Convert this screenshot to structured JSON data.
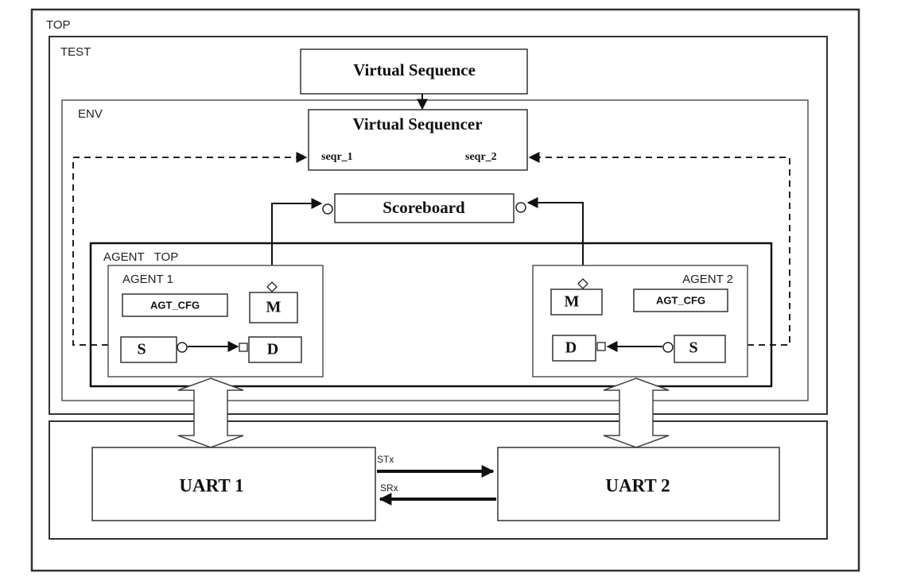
{
  "containers": {
    "top": "TOP",
    "test": "TEST",
    "env": "ENV",
    "agent_top": "AGENT   TOP",
    "agent1": "AGENT 1",
    "agent2": "AGENT 2"
  },
  "blocks": {
    "virtual_sequence": "Virtual Sequence",
    "virtual_sequencer": "Virtual Sequencer",
    "seqr_1": "seqr_1",
    "seqr_2": "seqr_2",
    "scoreboard": "Scoreboard",
    "agt_cfg_1": "AGT_CFG",
    "agt_cfg_2": "AGT_CFG",
    "monitor_1": "M",
    "monitor_2": "M",
    "sequencer_1": "S",
    "sequencer_2": "S",
    "driver_1": "D",
    "driver_2": "D",
    "uart1": "UART 1",
    "uart2": "UART 2"
  },
  "signals": {
    "stx": "STx",
    "srx": "SRx"
  }
}
